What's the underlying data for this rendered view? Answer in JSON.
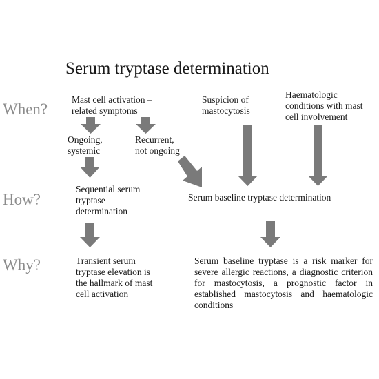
{
  "diagram": {
    "title": "Serum tryptase determination",
    "row_labels": {
      "when": "When?",
      "how": "How?",
      "why": "Why?"
    },
    "when": {
      "mast_cell_symptoms": "Mast cell activation –\nrelated symptoms",
      "ongoing_systemic": "Ongoing,\nsystemic",
      "recurrent_not_ongoing": "Recurrent,\nnot ongoing",
      "suspicion_mastocytosis": "Suspicion of\nmastocytosis",
      "haematologic_conditions": "Haematologic\nconditions with mast\ncell involvement"
    },
    "how": {
      "sequential_serum_tryptase": "Sequential serum\ntryptase\ndetermination",
      "serum_baseline_tryptase": "Serum baseline tryptase determination"
    },
    "why": {
      "transient_elevation": "Transient serum\ntryptase elevation is\nthe hallmark of mast\ncell activation",
      "baseline_risk_marker": "Serum baseline tryptase is a risk marker for severe allergic reactions, a diagnostic criterion for mastocytosis, a prognostic factor in established mastocytosis and haematologic conditions"
    },
    "colors": {
      "arrow_fill": "#7a7a7a",
      "row_label_text": "#8c8c8c",
      "body_text": "#1a1a1a",
      "background": "#ffffff"
    }
  }
}
